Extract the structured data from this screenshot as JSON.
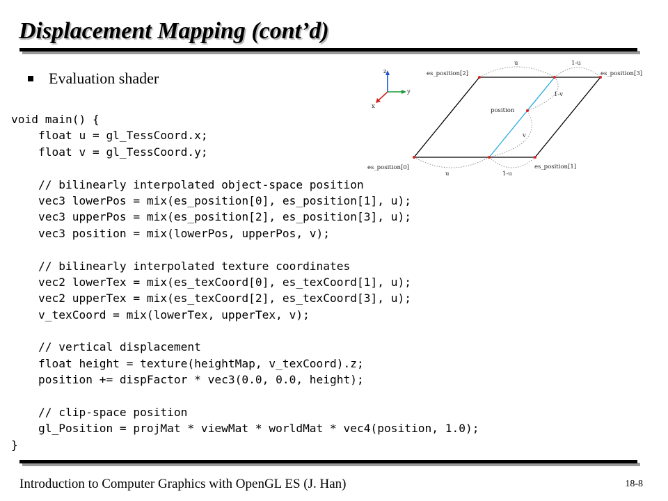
{
  "slide": {
    "title": "Displacement Mapping (cont’d)",
    "bullet": "Evaluation shader",
    "footer": "Introduction to Computer Graphics with OpenGL ES (J. Han)",
    "page_number": "18-8"
  },
  "code_lines": [
    "void main() {",
    "    float u = gl_TessCoord.x;",
    "    float v = gl_TessCoord.y;",
    "",
    "    // bilinearly interpolated object-space position",
    "    vec3 lowerPos = mix(es_position[0], es_position[1], u);",
    "    vec3 upperPos = mix(es_position[2], es_position[3], u);",
    "    vec3 position = mix(lowerPos, upperPos, v);",
    "",
    "    // bilinearly interpolated texture coordinates",
    "    vec2 lowerTex = mix(es_texCoord[0], es_texCoord[1], u);",
    "    vec2 upperTex = mix(es_texCoord[2], es_texCoord[3], u);",
    "    v_texCoord = mix(lowerTex, upperTex, v);",
    "",
    "    // vertical displacement",
    "    float height = texture(heightMap, v_texCoord).z;",
    "    position += dispFactor * vec3(0.0, 0.0, height);",
    "",
    "    // clip-space position",
    "    gl_Position = projMat * viewMat * worldMat * vec4(position, 1.0);",
    "}"
  ],
  "diagram": {
    "labels": {
      "p0": "es_position[0]",
      "p1": "es_position[1]",
      "p2": "es_position[2]",
      "p3": "es_position[3]",
      "position": "position",
      "u_top": "u",
      "one_minus_u_top": "1-u",
      "u_bottom": "u",
      "one_minus_u_bottom": "1-u",
      "v": "v",
      "one_minus_v": "1-v"
    },
    "axes": {
      "z": "z",
      "y": "y",
      "x": "x"
    },
    "colors": {
      "axis_z": "#1a4fd6",
      "axis_y": "#1a9a3a",
      "axis_x": "#d42020",
      "interp_line": "#28a8e0",
      "vertex": "#e02020",
      "arc": "#888888"
    }
  }
}
